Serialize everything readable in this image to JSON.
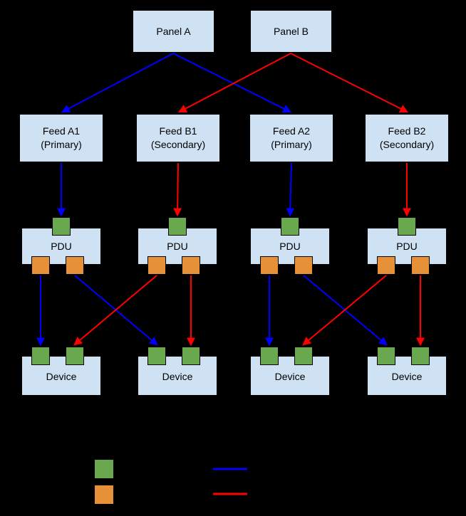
{
  "colors": {
    "background": "#000000",
    "box_fill": "#cfe2f3",
    "input_port_green": "#6aa84f",
    "output_port_orange": "#e69138",
    "primary_arrow_blue": "#0000ff",
    "secondary_arrow_red": "#ff0000"
  },
  "panels": [
    {
      "label": "Panel A"
    },
    {
      "label": "Panel B"
    }
  ],
  "feeds": [
    {
      "name": "Feed A1",
      "type": "(Primary)"
    },
    {
      "name": "Feed B1",
      "type": "(Secondary)"
    },
    {
      "name": "Feed A2",
      "type": "(Primary)"
    },
    {
      "name": "Feed B2",
      "type": "(Secondary)"
    }
  ],
  "pdus": [
    {
      "label": "PDU"
    },
    {
      "label": "PDU"
    },
    {
      "label": "PDU"
    },
    {
      "label": "PDU"
    }
  ],
  "devices": [
    {
      "label": "Device"
    },
    {
      "label": "Device"
    },
    {
      "label": "Device"
    },
    {
      "label": "Device"
    }
  ],
  "legend": {
    "swatches": [
      {
        "name": "input-port-green",
        "color": "#6aa84f"
      },
      {
        "name": "output-port-orange",
        "color": "#e69138"
      }
    ],
    "lines": [
      {
        "name": "primary-path",
        "color": "#0000ff"
      },
      {
        "name": "secondary-path",
        "color": "#ff0000"
      }
    ]
  }
}
